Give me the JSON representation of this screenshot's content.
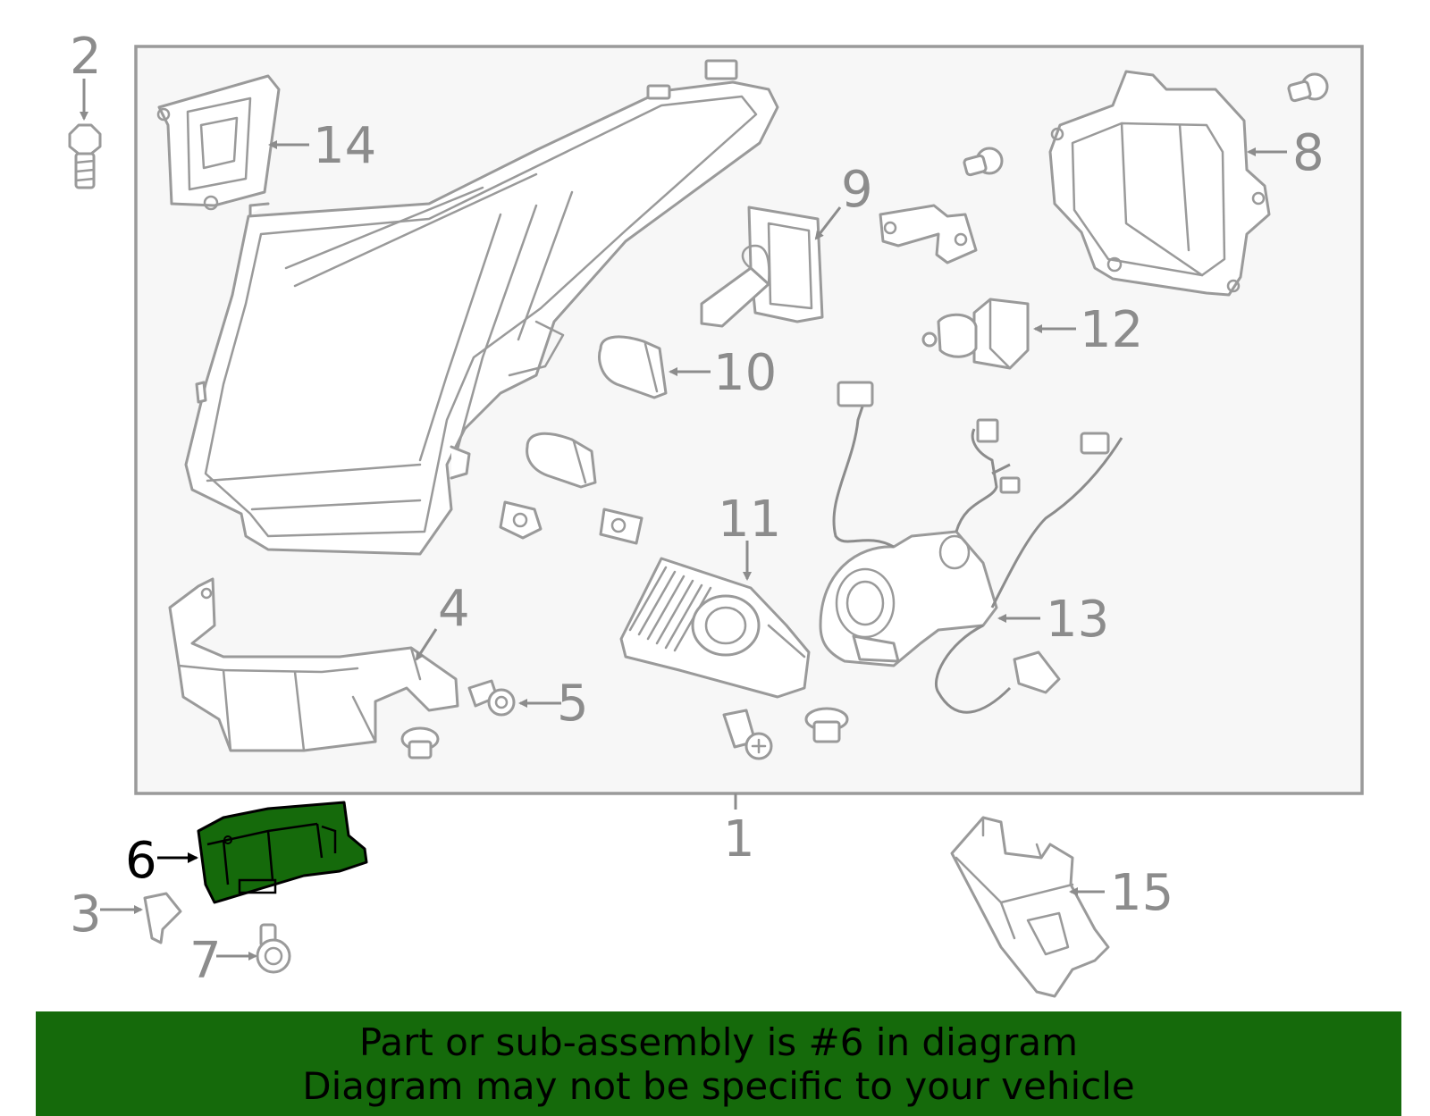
{
  "colors": {
    "highlight_fill": "#156a0b",
    "banner_bg": "#156a0b",
    "line_gray": "#9a9a9a",
    "box_bg": "#f7f7f7"
  },
  "callouts": {
    "c1": "1",
    "c2": "2",
    "c3": "3",
    "c4": "4",
    "c5": "5",
    "c6": "6",
    "c7": "7",
    "c8": "8",
    "c9": "9",
    "c10": "10",
    "c11": "11",
    "c12": "12",
    "c13": "13",
    "c14": "14",
    "c15": "15"
  },
  "highlighted_part": "6",
  "banner": {
    "line1": "Part or sub-assembly is #6 in diagram",
    "line2": "Diagram may not be specific to your vehicle"
  }
}
